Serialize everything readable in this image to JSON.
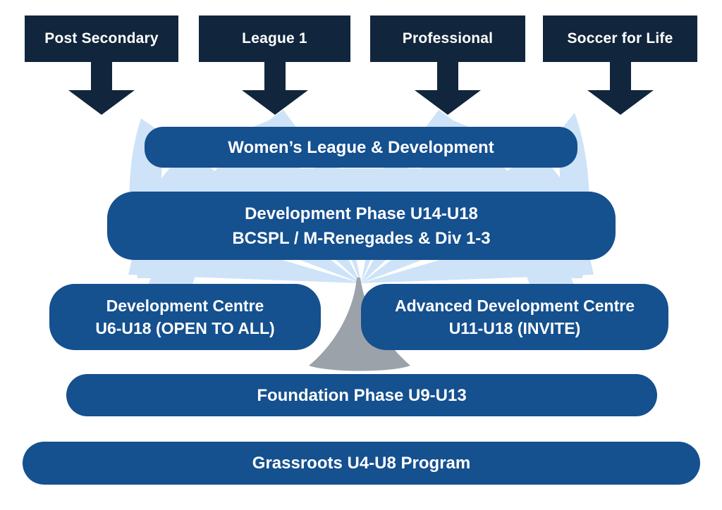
{
  "colors": {
    "navy": "#11263C",
    "blue": "#15508F",
    "light_blue": "#CEE3F8",
    "gray": "#9BA2AA",
    "text": "#FFFFFF",
    "background": "#FFFFFF"
  },
  "icons": {
    "down_arrow": "down-arrow-icon",
    "watermark": "phoenix-wings-watermark",
    "tail": "gray-tail-swoosh"
  },
  "outcomes": [
    {
      "label": "Post Secondary"
    },
    {
      "label": "League 1"
    },
    {
      "label": "Professional"
    },
    {
      "label": "Soccer for Life"
    }
  ],
  "levels": {
    "womens_league": {
      "line1": "Women’s League & Development"
    },
    "development_phase": {
      "line1": "Development Phase U14-U18",
      "line2": "BCSPL / M-Renegades & Div 1-3"
    },
    "development_centre": {
      "line1": "Development Centre",
      "line2": "U6-U18 (OPEN TO ALL)"
    },
    "advanced_development_centre": {
      "line1": "Advanced Development Centre",
      "line2": "U11-U18 (INVITE)"
    },
    "foundation_phase": {
      "line1": "Foundation Phase U9-U13"
    },
    "grassroots": {
      "line1": "Grassroots U4-U8 Program"
    }
  }
}
